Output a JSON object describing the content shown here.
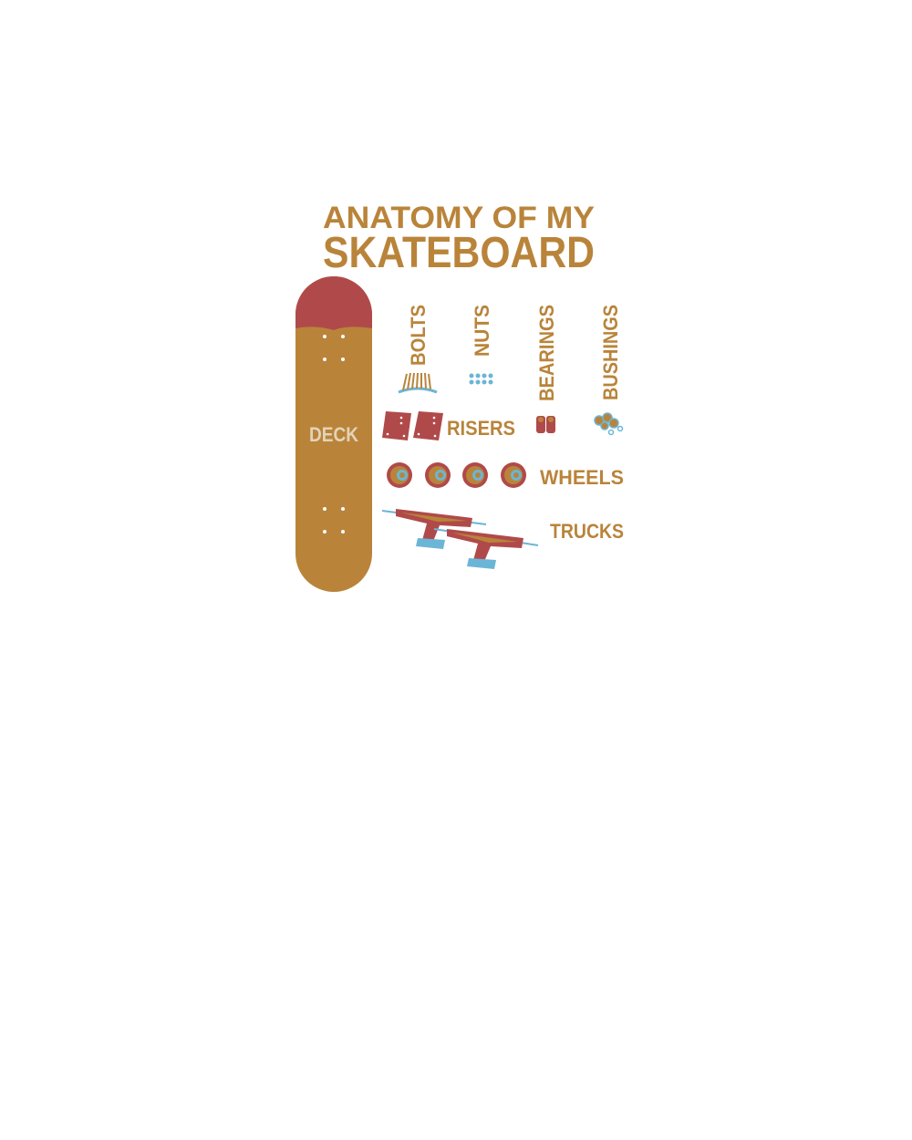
{
  "title": {
    "line1": "ANATOMY OF MY",
    "line2": "SKATEBOARD"
  },
  "parts": {
    "deck": "DECK",
    "bolts": "BOLTS",
    "nuts": "NUTS",
    "bearings": "BEARINGS",
    "bushings": "BUSHINGS",
    "risers": "RISERS",
    "wheels": "WHEELS",
    "trucks": "TRUCKS"
  },
  "colors": {
    "gold": "#B9843A",
    "red": "#B04A4A",
    "blue": "#6BB5D6",
    "cream": "#E3D3B8"
  }
}
